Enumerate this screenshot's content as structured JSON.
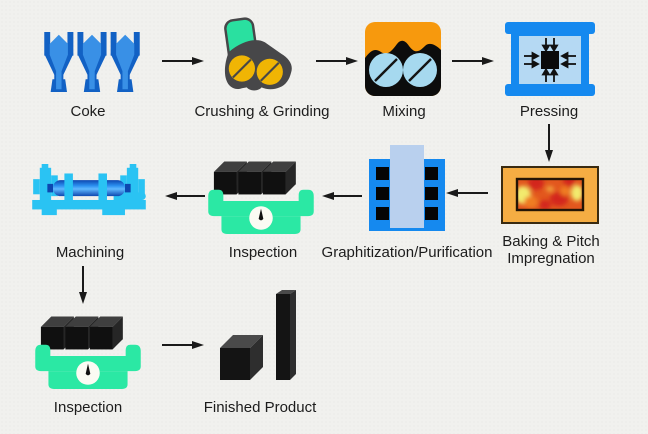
{
  "diagram": {
    "type": "process-flow",
    "background_color": "#f1f1ee",
    "arrow_color": "#1a1a1a",
    "steps": {
      "coke": {
        "label": "Coke",
        "icon": "coke-hoppers-icon"
      },
      "crushing": {
        "label": "Crushing & Grinding",
        "icon": "crusher-icon"
      },
      "mixing": {
        "label": "Mixing",
        "icon": "mixer-icon"
      },
      "pressing": {
        "label": "Pressing",
        "icon": "hydraulic-press-icon"
      },
      "baking": {
        "line1": "Baking & Pitch",
        "line2": "Impregnation",
        "icon": "furnace-icon"
      },
      "graphitization": {
        "label": "Graphitization/Purification",
        "icon": "graphitization-furnace-icon"
      },
      "inspection_mid": {
        "label": "Inspection",
        "icon": "inspection-scale-icon"
      },
      "machining": {
        "label": "Machining",
        "icon": "lathe-icon"
      },
      "inspection_final": {
        "label": "Inspection",
        "icon": "inspection-scale-icon"
      },
      "finished": {
        "label": "Finished Product",
        "icon": "finished-product-icon"
      }
    },
    "flow_order": [
      "Coke",
      "Crushing & Grinding",
      "Mixing",
      "Pressing",
      "Baking & Pitch Impregnation",
      "Graphitization/Purification",
      "Inspection",
      "Machining",
      "Inspection",
      "Finished Product"
    ],
    "colors": {
      "hopper_dark_blue": "#1261c4",
      "hopper_mid_blue": "#3990e6",
      "machine_gray": "#474749",
      "crusher_green": "#2ae0a0",
      "wheel_yellow": "#f0b504",
      "mixer_orange": "#f7990d",
      "mixer_black": "#0c0c0c",
      "mixer_wheel_blue": "#a6d9ef",
      "press_blue": "#1589ef",
      "press_interior_blue": "#b5d9f3",
      "furnace_orange": "#f5ad43",
      "fire_red": "#d3261c",
      "fire_yellow": "#f2ea6d",
      "fire_base": "#e2571e",
      "graphitization_blue": "#1589ef",
      "graphitization_column": "#b9d0ee",
      "scale_green": "#2be8a4",
      "lathe_cyan": "#2ac3f3",
      "cylinder_blue": "#0d47b0",
      "product_black": "#141414"
    }
  }
}
